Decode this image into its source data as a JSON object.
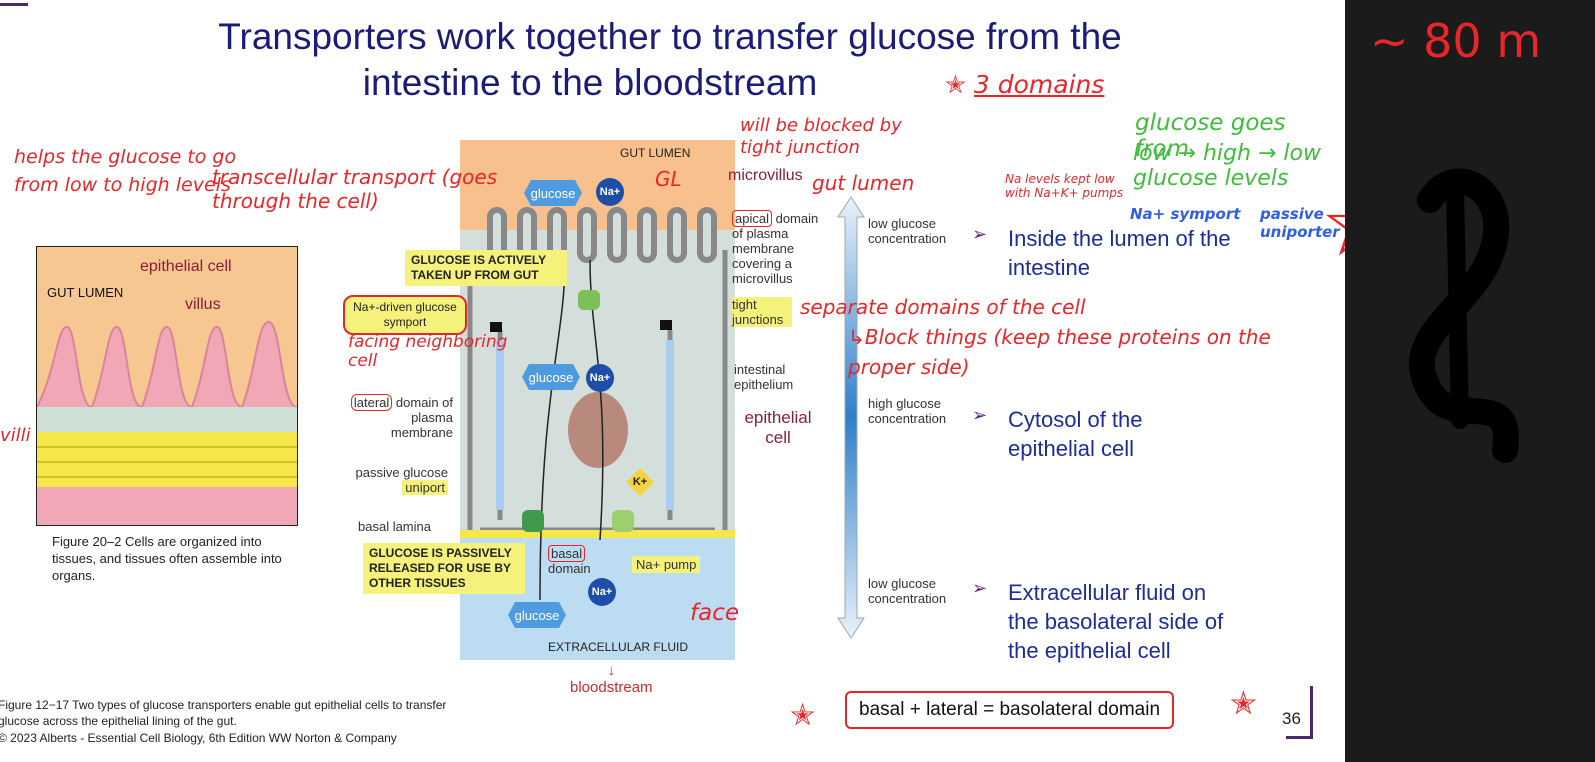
{
  "slide": {
    "title_line1": "Transporters work together to transfer glucose from the",
    "title_line2": "intestine to the bloodstream",
    "page_number": "36"
  },
  "figure_left": {
    "gut_lumen": "GUT LUMEN",
    "epithelial_cell": "epithelial cell",
    "villus": "villus",
    "caption": "Figure 20–2 Cells are organized into tissues, and tissues often assemble into organs."
  },
  "figure_main": {
    "gut_lumen": "GUT LUMEN",
    "microvillus": "microvillus",
    "glucose": "glucose",
    "na": "Na+",
    "k": "K+",
    "apical_domain": "apical domain of plasma membrane covering a microvillus",
    "apical_word": "apical",
    "apical_rest": "domain",
    "apical_rest2": "of plasma membrane covering a microvillus",
    "glucose_actively": "GLUCOSE IS ACTIVELY TAKEN UP FROM GUT",
    "na_driven": "Na+-driven glucose symport",
    "tight_junctions": "tight junctions",
    "intestinal_epithelium": "intestinal epithelium",
    "lateral_word": "lateral",
    "lateral_rest": "domain of plasma membrane",
    "epithelial_cell": "epithelial cell",
    "passive_glucose": "passive glucose",
    "uniport": "uniport",
    "basal_lamina": "basal lamina",
    "glucose_passively": "GLUCOSE IS PASSIVELY RELEASED FOR USE BY OTHER TISSUES",
    "basal_word": "basal",
    "basal_rest": "domain",
    "na_pump": "Na+ pump",
    "extracellular_fluid": "EXTRACELLULAR FLUID",
    "bloodstream": "bloodstream",
    "caption": "Figure 12−17 Two types of glucose transporters enable gut epithelial cells to transfer glucose across the epithelial lining of the gut.",
    "copyright": "© 2023 Alberts - Essential Cell Biology, 6th Edition WW Norton & Company"
  },
  "gradient": {
    "top": "low glucose concentration",
    "middle": "high glucose concentration",
    "bottom": "low glucose concentration"
  },
  "bullets": [
    {
      "text": "Inside the lumen of the intestine"
    },
    {
      "text": "Cytosol of the epithelial cell"
    },
    {
      "text": "Extracellular fluid on the basolateral side of the epithelial cell"
    }
  ],
  "boxed_note": "basal + lateral = basolateral domain",
  "annotations": {
    "three_domains": "3 domains",
    "helps_glucose": "helps the glucose to go from low to high levels",
    "transcellular": "transcellular transport (goes through the cell)",
    "will_be_blocked": "will be blocked by tight junction",
    "gl": "GL",
    "gut_lumen": "gut lumen",
    "glucose_goes": "glucose goes from",
    "low_high_low": "low → high → low glucose levels",
    "na_levels": "Na levels kept low with Na+K+ pumps",
    "na_symport": "Na+ symport",
    "passive_uniporter": "passive uniporter",
    "separate_domains": "separate domains of the cell",
    "block_things": "↳Block things (keep these proteins on the proper side)",
    "facing_neighbor": "facing neighboring cell",
    "face": "face",
    "villi": "villi",
    "side_80": "~ 80 m"
  },
  "colors": {
    "title": "#1b1b78",
    "annotation_red": "#e8262a",
    "annotation_green": "#3fbd3a",
    "annotation_blue": "#2f5ee8",
    "bullet_blue": "#1c2c9e"
  }
}
